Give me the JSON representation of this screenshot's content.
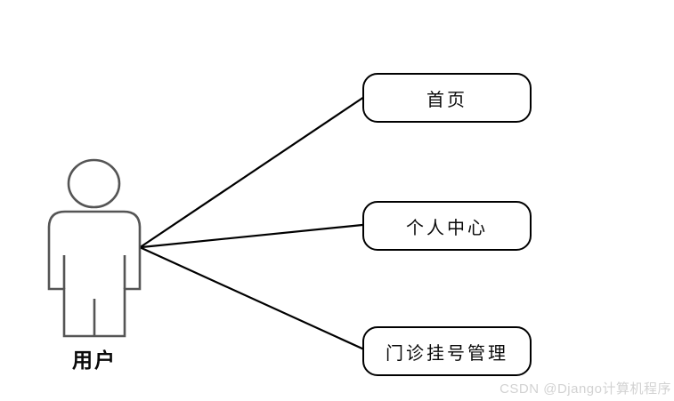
{
  "diagram": {
    "type": "use-case-diagram",
    "actor": {
      "label": "用户"
    },
    "use_cases": [
      {
        "label": "首页"
      },
      {
        "label": "个人中心"
      },
      {
        "label": "门诊挂号管理"
      }
    ],
    "connections": [
      {
        "from": "用户",
        "to": "首页"
      },
      {
        "from": "用户",
        "to": "个人中心"
      },
      {
        "from": "用户",
        "to": "门诊挂号管理"
      }
    ],
    "watermark": "CSDN @Django计算机程序",
    "colors": {
      "background": "#ffffff",
      "connector_line": "#000000",
      "box_border": "#000000",
      "actor_outline": "#555555",
      "watermark_text": "#d2d2d2"
    }
  }
}
